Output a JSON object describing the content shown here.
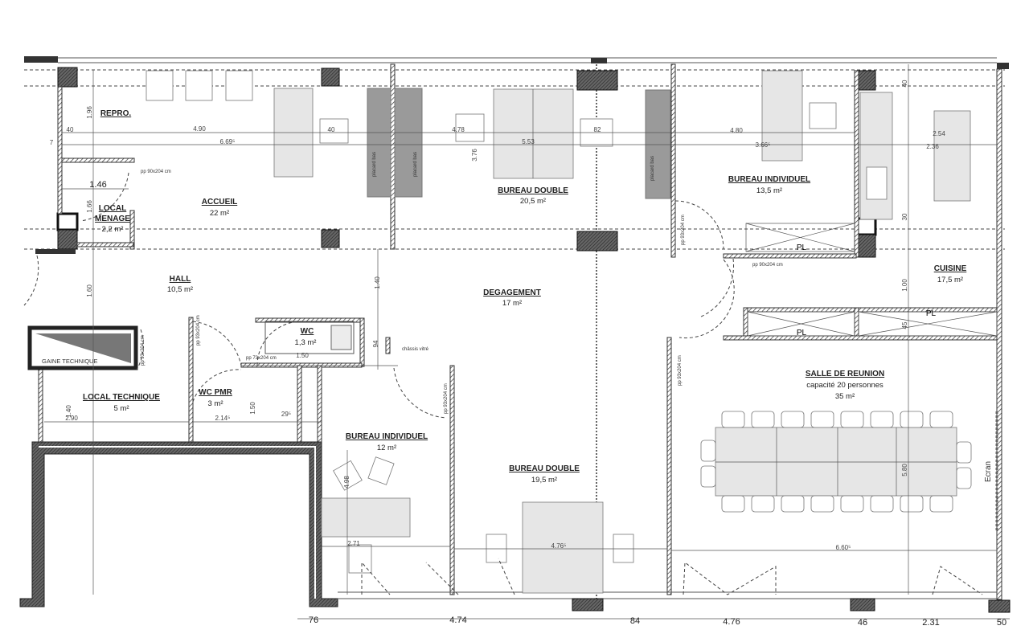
{
  "rooms": {
    "repro": {
      "name": "REPRO."
    },
    "accueil": {
      "name": "ACCUEIL",
      "area": "22 m²"
    },
    "local_menage": {
      "name_1": "LOCAL",
      "name_2": "MENAGE",
      "area": "2,2 m²"
    },
    "hall": {
      "name": "HALL",
      "area": "10,5 m²"
    },
    "bureau_double_top": {
      "name": "BUREAU DOUBLE",
      "area": "20,5 m²"
    },
    "degagement": {
      "name": "DEGAGEMENT",
      "area": "17 m²"
    },
    "bureau_individuel_top": {
      "name": "BUREAU INDIVIDUEL",
      "area": "13,5 m²"
    },
    "cuisine": {
      "name": "CUISINE",
      "area": "17,5 m²"
    },
    "gaine_technique": {
      "name": "GAINE TECHNIQUE"
    },
    "local_technique": {
      "name": "LOCAL TECHNIQUE",
      "area": "5 m²"
    },
    "wc": {
      "name": "WC",
      "area": "1,3 m²"
    },
    "wc_pmr": {
      "name": "WC PMR",
      "area": "3 m²"
    },
    "bureau_individuel_bottom": {
      "name": "BUREAU INDIVIDUEL",
      "area": "12 m²"
    },
    "bureau_double_bottom": {
      "name": "BUREAU DOUBLE",
      "area": "19,5 m²"
    },
    "salle_reunion": {
      "name": "SALLE DE REUNION",
      "capacity": "capacité 20 personnes",
      "area": "35 m²"
    }
  },
  "annotations": {
    "placard_bas": "placard bas",
    "pl": "PL",
    "chassis_vitre": "châssis vitré",
    "ecran": "Ecran",
    "door_90": "pp 90x204 cm",
    "door_73": "pp 73x204 cm",
    "door_93": "pp 93x204 cm"
  },
  "dimensions": {
    "d196": "1.96",
    "d40a": "40",
    "d490": "4.90",
    "d7a": "7",
    "d669": "6.69⁵",
    "d40b": "40",
    "d146": "1.46",
    "d166": "1.66",
    "d160": "1.60",
    "d140": "1.40",
    "d376": "3.76",
    "d478": "4.78",
    "d553": "5.53",
    "d82": "82",
    "d480": "4.80",
    "d366": "3.66⁵",
    "d254": "2.54",
    "d236": "2.36",
    "d40c": "40",
    "d30": "30",
    "d100": "1.00",
    "d45": "45",
    "d94": "94",
    "d150": "1.50",
    "d290": "2.90",
    "d214": "2.14⁵",
    "d29": "29⁵",
    "d1_40": "1.40",
    "d150b": "1.50",
    "d498": "4.98",
    "d271": "2.71",
    "d476i": "4.76⁵",
    "d660": "6.60⁵",
    "d580": "5.80",
    "b76": "76",
    "b474": "4.74",
    "b84": "84",
    "b476": "4.76",
    "b46": "46",
    "b231": "2.31",
    "b50": "50"
  },
  "colors": {
    "wall_hatch": "#333333",
    "placard": "#9a9a9a",
    "furniture": "#e6e6e6",
    "gaine": "#777777"
  }
}
